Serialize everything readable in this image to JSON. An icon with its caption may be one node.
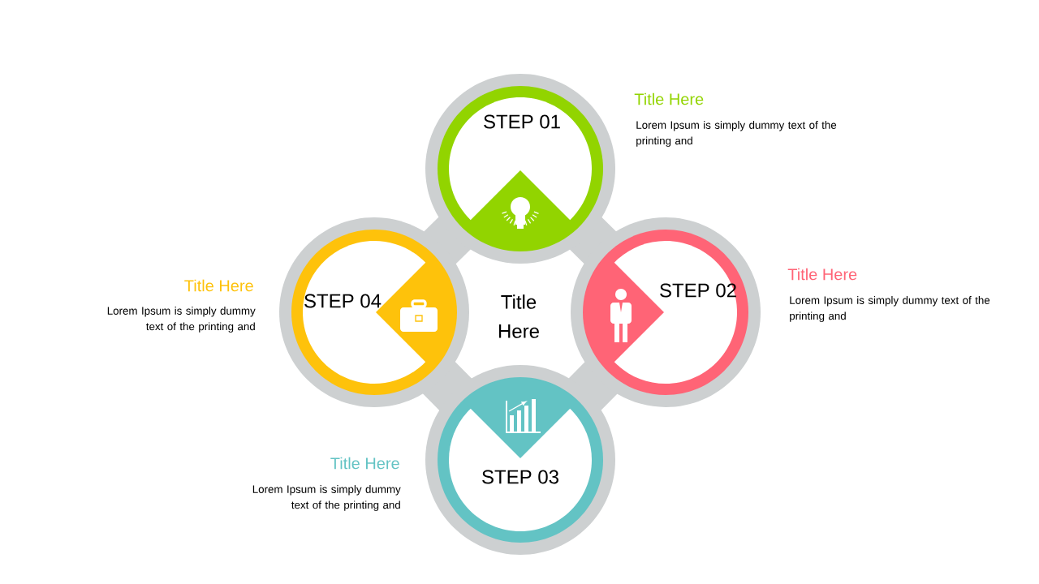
{
  "diagram": {
    "nodes": [
      {
        "text": [
          "STEP 01"
        ],
        "beside": [
          "Title Here",
          "Lorem Ipsum is simply dummy text of the printing and"
        ]
      },
      {
        "text": [
          "STEP 02"
        ],
        "beside": [
          "Title Here",
          "Lorem Ipsum is simply dummy text of the printing and"
        ]
      },
      {
        "text": [
          "STEP 04"
        ],
        "beside": [
          "Title Here",
          "Lorem Ipsum is simply dummy text of the printing and"
        ]
      },
      {
        "text": [
          "Title Here"
        ]
      },
      {
        "text": [
          "STEP 03"
        ],
        "beside": [
          "Title Here",
          "Lorem Ipsum is simply dummy text of the printing and"
        ]
      }
    ]
  }
}
